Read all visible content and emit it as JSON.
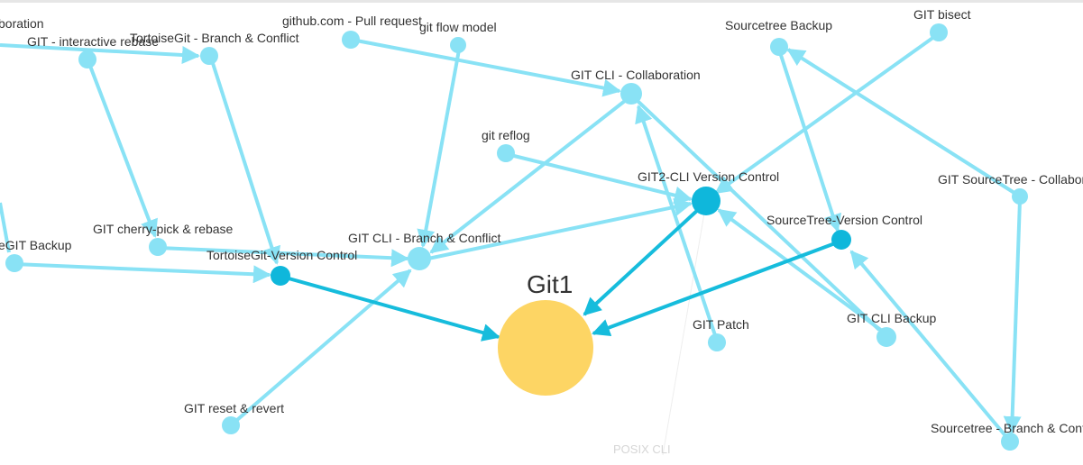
{
  "colors": {
    "edge_light": "#89e2f5",
    "edge_dark": "#16bcdc",
    "node_light": "#89e2f5",
    "node_dark": "#0fb7db",
    "center_node": "#fdd564",
    "label": "#333333"
  },
  "center_node": {
    "label": "Git1"
  },
  "nodes": [
    {
      "id": "n1",
      "label": "GIT - interactive rebase"
    },
    {
      "id": "n2",
      "label": "TortoiseGit - Branch & Conflict"
    },
    {
      "id": "n3",
      "label": "github.com - Pull request"
    },
    {
      "id": "n4",
      "label": "git flow model"
    },
    {
      "id": "n5",
      "label": "GIT CLI - Collaboration"
    },
    {
      "id": "n6",
      "label": "Sourcetree Backup"
    },
    {
      "id": "n7",
      "label": "GIT bisect"
    },
    {
      "id": "n8",
      "label": "git reflog"
    },
    {
      "id": "n9",
      "label": "GIT2-CLI Version Control"
    },
    {
      "id": "n10",
      "label": "GIT SourceTree - Collabora"
    },
    {
      "id": "n11",
      "label": "SourceTree-Version Control"
    },
    {
      "id": "n12",
      "label": "GIT cherry-pick & rebase"
    },
    {
      "id": "n13",
      "label": "GIT CLI - Branch & Conflict"
    },
    {
      "id": "n14",
      "label": "TortoiseGit-Version Control"
    },
    {
      "id": "n15",
      "label": "eGIT Backup"
    },
    {
      "id": "n16",
      "label": "GIT Patch"
    },
    {
      "id": "n17",
      "label": "GIT CLI Backup"
    },
    {
      "id": "n18",
      "label": "GIT reset & revert"
    },
    {
      "id": "n19",
      "label": "Sourcetree - Branch & Confli"
    },
    {
      "id": "n20",
      "label": "boration"
    },
    {
      "id": "n21",
      "label": "POSIX CLI"
    }
  ]
}
